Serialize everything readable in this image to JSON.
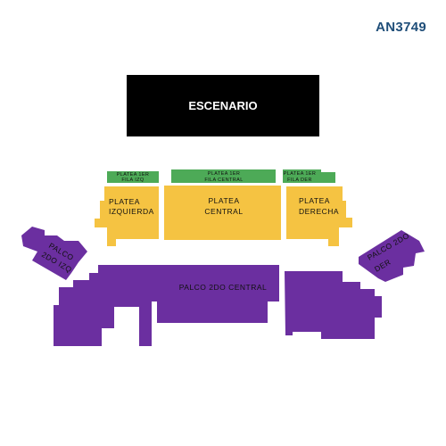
{
  "venue_code": "AN3749",
  "colors": {
    "stage": "#000000",
    "green": "#4daa57",
    "yellow": "#f5c342",
    "purple": "#6b2fa0"
  },
  "stage": {
    "label": "ESCENARIO"
  },
  "sections": {
    "platea_1er_fila_izq": {
      "line1": "PLATEA 1ER",
      "line2": "FILA IZQ"
    },
    "platea_1er_fila_central": {
      "line1": "PLATEA 1ER",
      "line2": "FILA CENTRAL"
    },
    "platea_1er_fila_der": {
      "line1": "PLATEA 1ER",
      "line2": "FILA DER"
    },
    "platea_izquierda": {
      "line1": "PLATEA",
      "line2": "IZQUIERDA"
    },
    "platea_central": {
      "line1": "PLATEA",
      "line2": "CENTRAL"
    },
    "platea_derecha": {
      "line1": "PLATEA",
      "line2": "DERECHA"
    },
    "palco_2do_izq": {
      "line1": "PALCO",
      "line2": "2DO IZQ"
    },
    "palco_2do_der": {
      "line1": "PALCO 2DO",
      "line2": "DER"
    },
    "palco_2do_central": {
      "line1": "PALCO 2DO CENTRAL"
    }
  }
}
